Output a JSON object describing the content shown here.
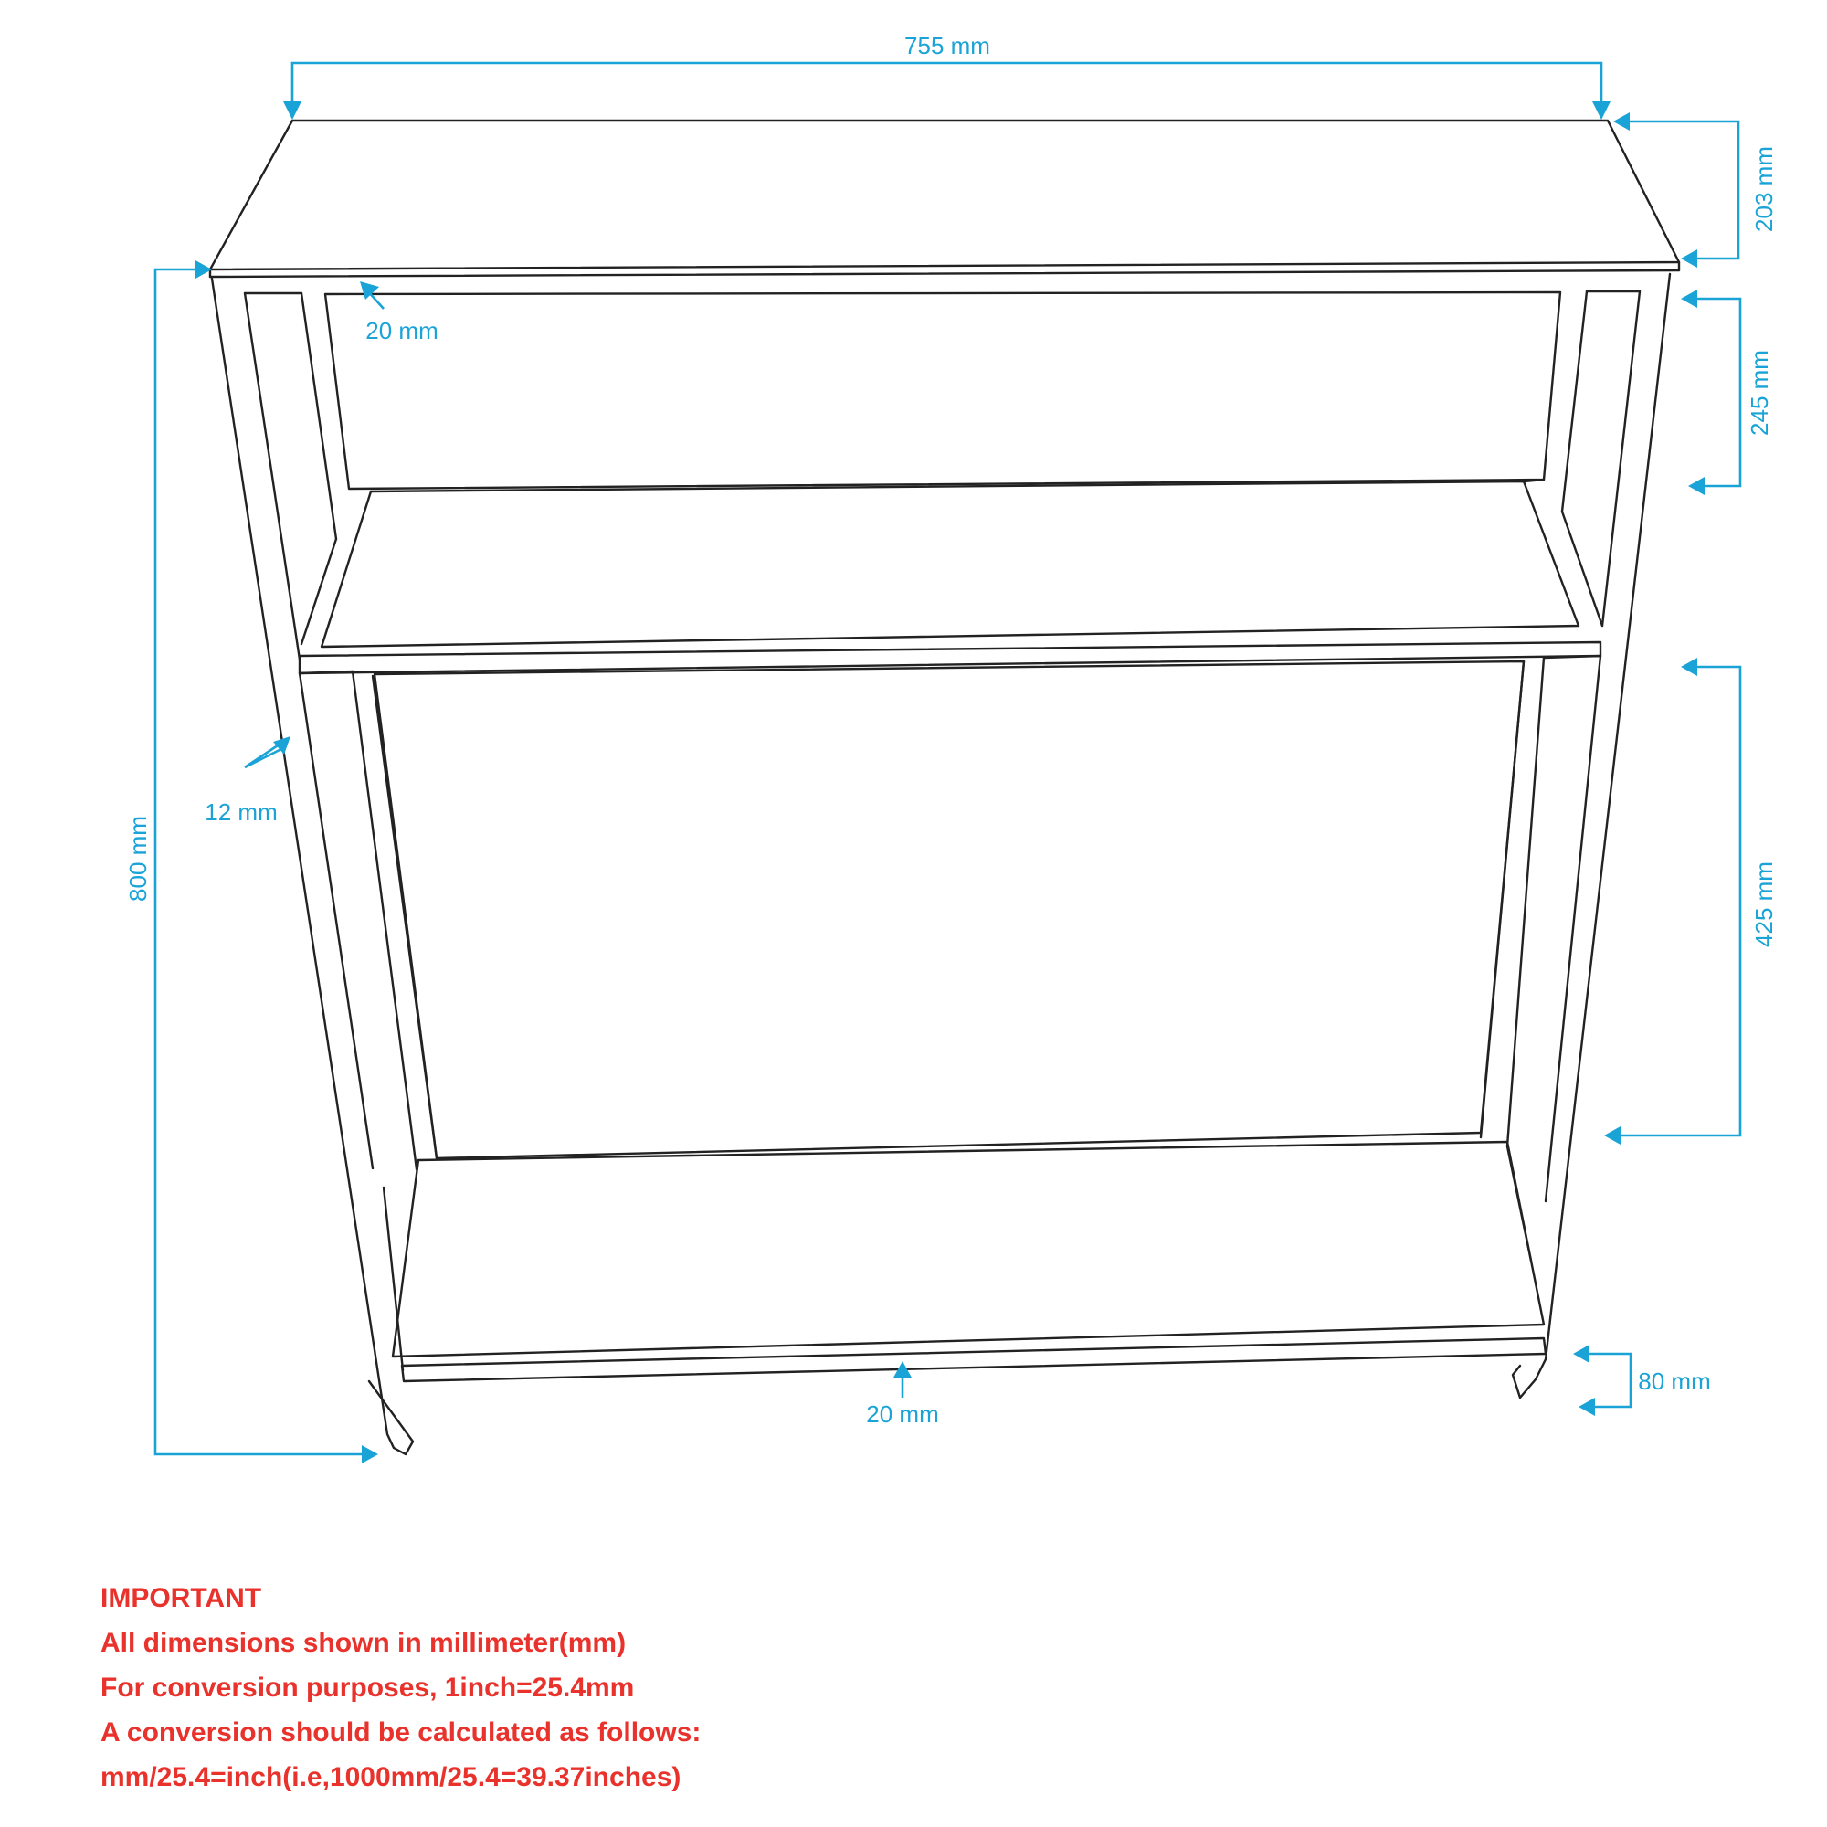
{
  "colors": {
    "frame": "#222222",
    "dimension": "#1aa3d6",
    "notes": "#e8322b"
  },
  "dimensions": {
    "top_width": "755 mm",
    "top_depth": "203 mm",
    "top_thickness": "20 mm",
    "upper_opening": "245 mm",
    "leg_thickness": "12 mm",
    "total_height": "800 mm",
    "lower_opening": "425 mm",
    "bottom_rail": "20 mm",
    "foot_clearance": "80 mm"
  },
  "notes": {
    "heading": "IMPORTANT",
    "lines": [
      "All dimensions shown in millimeter(mm)",
      "For conversion purposes, 1inch=25.4mm",
      "A conversion should be calculated as follows:",
      "mm/25.4=inch(i.e,1000mm/25.4=39.37inches)"
    ]
  }
}
